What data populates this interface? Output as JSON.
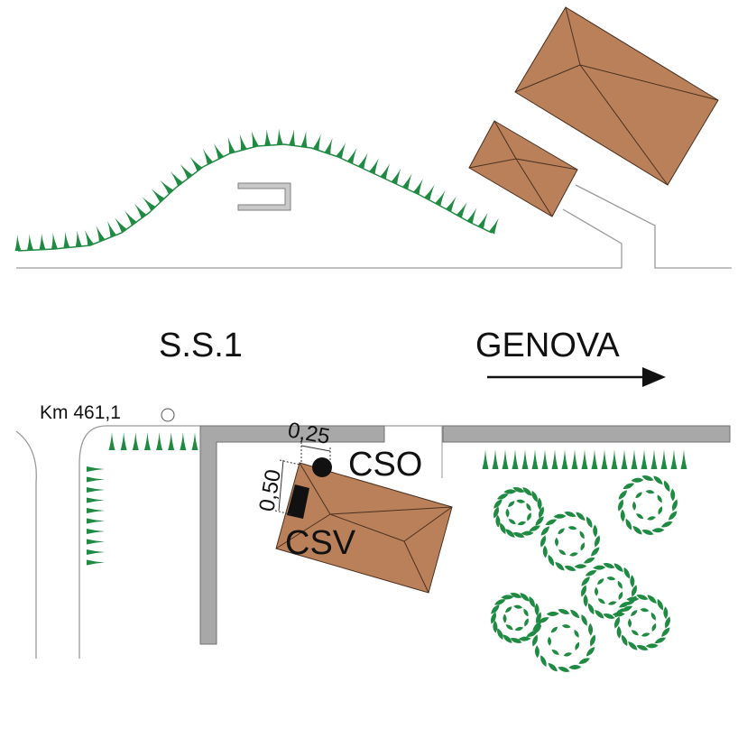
{
  "road": {
    "name": "S.S.1"
  },
  "direction": {
    "label": "GENOVA"
  },
  "kilometre": {
    "label": "Km 461,1"
  },
  "markers": {
    "cso": {
      "label": "CSO"
    },
    "csv": {
      "label": "CSV"
    }
  },
  "dimensions": {
    "horizontal": "0,25",
    "vertical": "0,50"
  },
  "colors": {
    "roof": "#b9805a",
    "roof_edge": "#4a3020",
    "grass": "#1f8a42",
    "wall": "#a8a8a8",
    "line": "#9a9a9a"
  },
  "icons": [
    "arrow-right-icon",
    "km-marker-circle-icon",
    "grass-tuft-icon",
    "tree-icon",
    "building-roof-icon"
  ]
}
